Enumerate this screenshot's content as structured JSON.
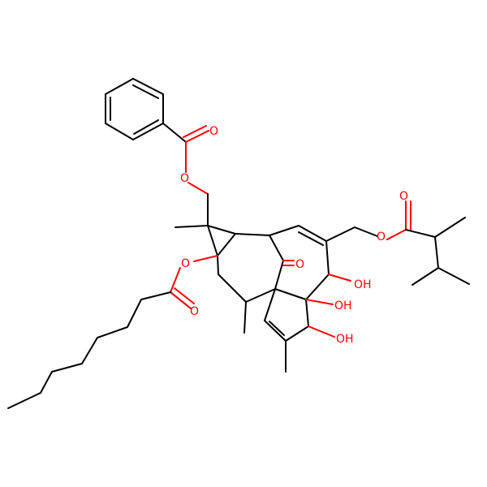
{
  "colors": {
    "background": "#ffffff",
    "carbon_bond": "#000000",
    "oxygen": "#ff0000"
  },
  "atom_labels": {
    "benzoate_ester_o": "O",
    "benzoate_carbonyl_o": "O",
    "octanoate_ester_o": "O",
    "octanoate_carbonyl_o": "O",
    "ring_ketone_o": "O",
    "methylbutanoate_ester_o": "O",
    "methylbutanoate_carbonyl_o": "O",
    "hydroxyl_1": "OH",
    "hydroxyl_2": "OH",
    "hydroxyl_3": "OH"
  }
}
